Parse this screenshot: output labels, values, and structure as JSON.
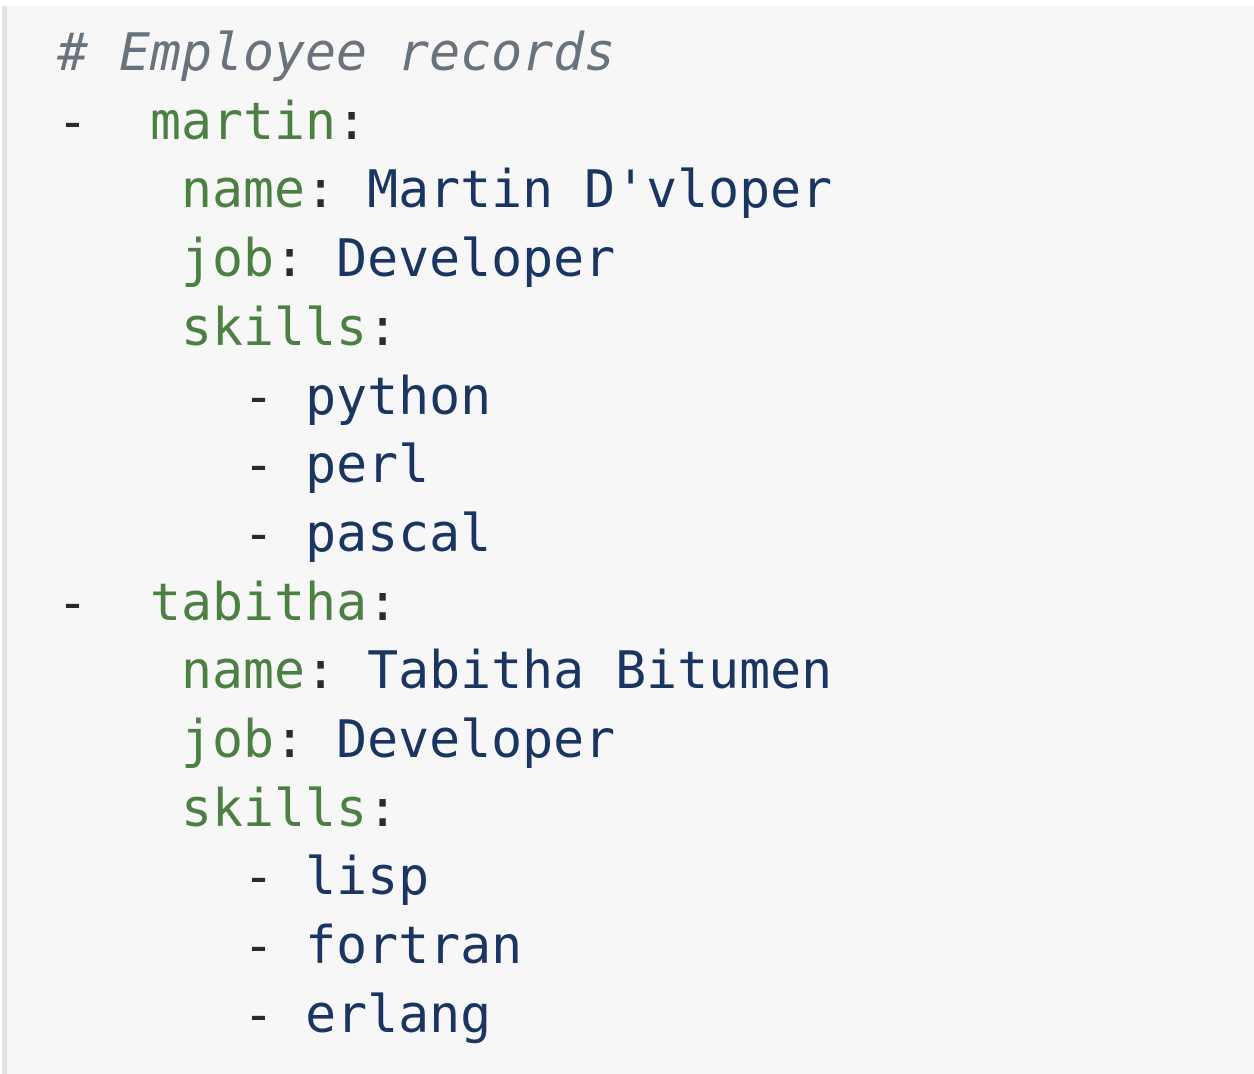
{
  "comment": "# Employee records",
  "employees": [
    {
      "key": "martin",
      "name": "Martin D'vloper",
      "job": "Developer",
      "skills": [
        "python",
        "perl",
        "pascal"
      ]
    },
    {
      "key": "tabitha",
      "name": "Tabitha Bitumen",
      "job": "Developer",
      "skills": [
        "lisp",
        "fortran",
        "erlang"
      ]
    }
  ],
  "labels": {
    "name": "name",
    "job": "job",
    "skills": "skills"
  },
  "colors": {
    "comment": "#6a737d",
    "key": "#4c8043",
    "value": "#1b3563",
    "background": "#f7f7f7"
  }
}
